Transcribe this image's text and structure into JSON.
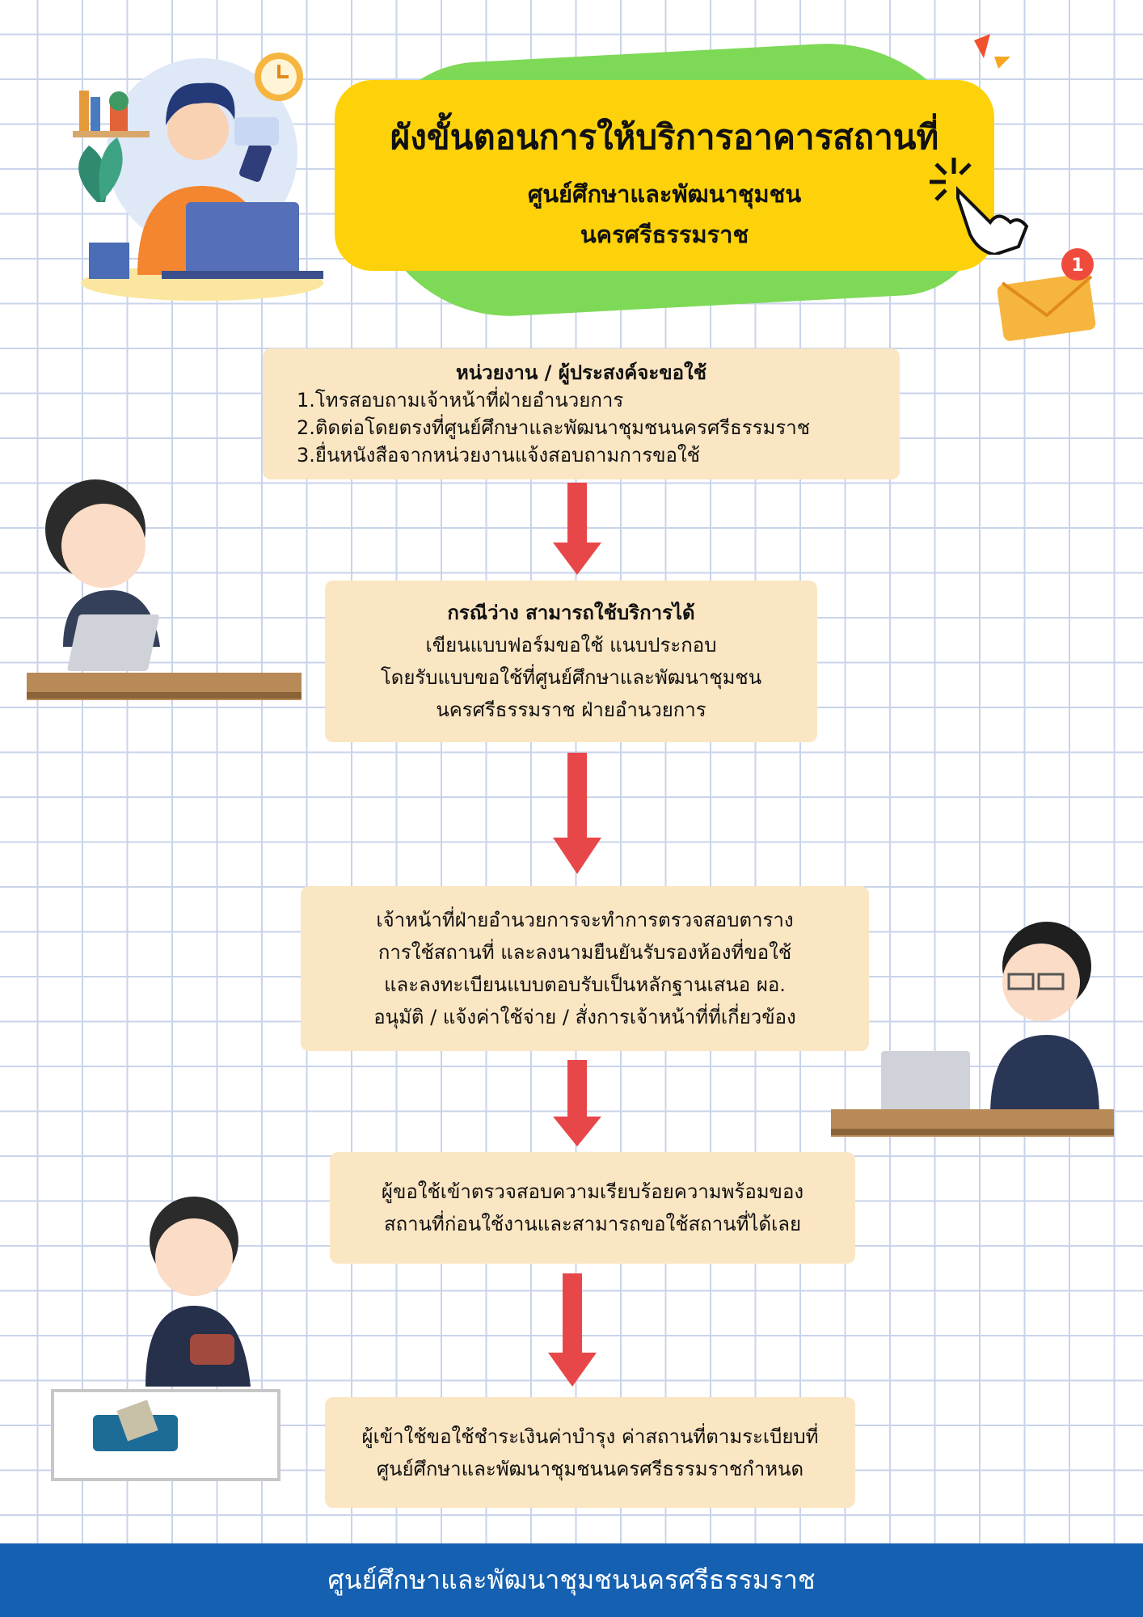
{
  "header": {
    "title": "ผังขั้นตอนการให้บริการอาคารสถานที่",
    "subtitle_line1": "ศูนย์ศึกษาและพัฒนาชุมชน",
    "subtitle_line2": "นครศรีธรรมราช",
    "notification_count": "1"
  },
  "steps": [
    {
      "heading": "หน่วยงาน / ผู้ประสงค์จะขอใช้",
      "lines": [
        "1.โทรสอบถามเจ้าหน้าที่ฝ่ายอำนวยการ",
        "2.ติดต่อโดยตรงที่ศูนย์ศึกษาและพัฒนาชุมชนนครศรีธรรมราช",
        "3.ยื่นหนังสือจากหน่วยงานแจ้งสอบถามการขอใช้"
      ]
    },
    {
      "heading": "กรณีว่าง สามารถใช้บริการได้",
      "lines": [
        "เขียนแบบฟอร์มขอใช้ แนบประกอบ",
        "โดยรับแบบขอใช้ที่ศูนย์ศึกษาและพัฒนาชุมชน",
        "นครศรีธรรมราช ฝ่ายอำนวยการ"
      ]
    },
    {
      "lines": [
        "เจ้าหน้าที่ฝ่ายอำนวยการจะทำการตรวจสอบตาราง",
        "การใช้สถานที่ และลงนามยืนยันรับรองห้องที่ขอใช้",
        "และลงทะเบียนแบบตอบรับเป็นหลักฐานเสนอ ผอ.",
        "อนุมัติ / แจ้งค่าใช้จ่าย / สั่งการเจ้าหน้าที่ที่เกี่ยวข้อง"
      ]
    },
    {
      "lines": [
        "ผู้ขอใช้เข้าตรวจสอบความเรียบร้อยความพร้อมของ",
        "สถานที่ก่อนใช้งานและสามารถขอใช้สถานที่ได้เลย"
      ]
    },
    {
      "lines": [
        "ผู้เข้าใช้ขอใช้ชำระเงินค่าบำรุง ค่าสถานที่ตามระเบียบที่",
        "ศูนย์ศึกษาและพัฒนาชุมชนนครศรีธรรมราชกำหนด"
      ]
    }
  ],
  "footer": {
    "text": "ศูนย์ศึกษาและพัฒนาชุมชนนครศรีธรรมราช"
  },
  "colors": {
    "box": "#fbe6c3",
    "arrow": "#e8474a",
    "footer": "#1560b0",
    "banner": "#fdd20a",
    "blob": "#7ed957"
  }
}
